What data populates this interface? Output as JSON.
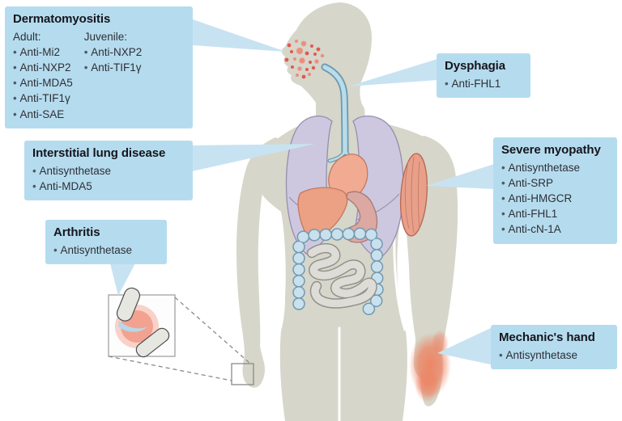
{
  "callouts": {
    "dermatomyositis": {
      "title": "Dermatomyositis",
      "groups": [
        {
          "label": "Adult:",
          "items": [
            "Anti-Mi2",
            "Anti-NXP2",
            "Anti-MDA5",
            "Anti-TIF1γ",
            "Anti-SAE"
          ]
        },
        {
          "label": "Juvenile:",
          "items": [
            "Anti-NXP2",
            "Anti-TIF1γ"
          ]
        }
      ]
    },
    "dysphagia": {
      "title": "Dysphagia",
      "items": [
        "Anti-FHL1"
      ]
    },
    "interstitial_lung_disease": {
      "title": "Interstitial lung disease",
      "items": [
        "Antisynthetase",
        "Anti-MDA5"
      ]
    },
    "severe_myopathy": {
      "title": "Severe myopathy",
      "items": [
        "Antisynthetase",
        "Anti-SRP",
        "Anti-HMGCR",
        "Anti-FHL1",
        "Anti-cN-1A"
      ]
    },
    "arthritis": {
      "title": "Arthritis",
      "items": [
        "Antisynthetase"
      ]
    },
    "mechanics_hand": {
      "title": "Mechanic's hand",
      "items": [
        "Antisynthetase"
      ]
    }
  },
  "colors": {
    "callout_bg": "#b5dcee",
    "pointer_fill": "#c7e3f2",
    "body_fill": "#d6d6ca",
    "lung_fill": "#cdc8e0",
    "lung_outline": "#958fae",
    "tube_fill": "#b8dcea",
    "tube_outline": "#6b97ae",
    "heart_fill": "#f0ab92",
    "liver_fill": "#eca184",
    "stomach_fill": "#dba8a2",
    "organ_outline": "#c3795f",
    "colon_fill": "#c9e1ed",
    "colon_outline": "#7299b1",
    "intestine_fill": "#dedcd6",
    "intestine_outline": "#92928c",
    "muscle_fill": "#e9a08a",
    "rash": "#e25a4e",
    "rash_light": "#ef8d7d",
    "inflamed": "#ed8261",
    "inset_ring": "#f0927b"
  }
}
